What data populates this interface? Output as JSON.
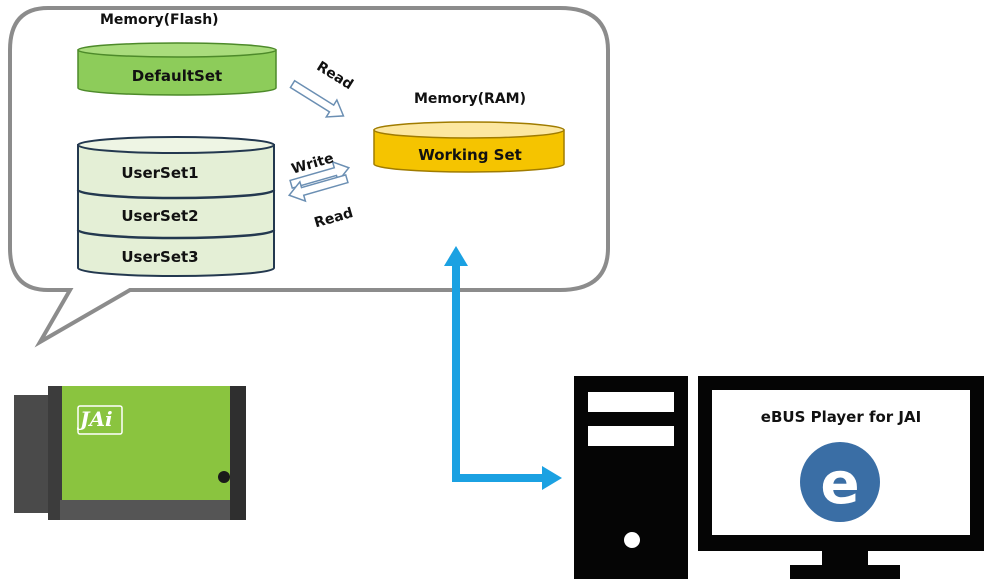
{
  "bubble": {
    "flash_title": "Memory(Flash)",
    "ram_title": "Memory(RAM)",
    "default_set": "DefaultSet",
    "user_sets": [
      "UserSet1",
      "UserSet2",
      "UserSet3"
    ],
    "working_set": "Working Set",
    "arrow_read_top": "Read",
    "arrow_write": "Write",
    "arrow_read_bottom": "Read"
  },
  "camera": {
    "logo": "JAi"
  },
  "pc": {
    "app_title": "eBUS Player for JAI",
    "app_icon_letter": "e"
  },
  "colors": {
    "flash_green": "#8dcc5a",
    "user_fill": "#e4efd6",
    "working_yellow": "#f5c400",
    "camera_green": "#8ac43f",
    "link_blue": "#1ba1e2",
    "ebus_blue": "#3a6ea5"
  }
}
